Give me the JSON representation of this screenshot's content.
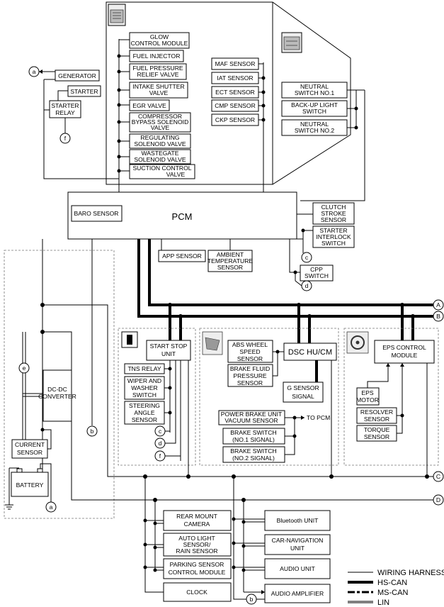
{
  "diagram": {
    "pcm": {
      "label": "PCM",
      "baro": "BARO SENSOR"
    },
    "engine_outputs": [
      [
        "GLOW",
        "CONTROL MODULE"
      ],
      [
        "FUEL INJECTOR"
      ],
      [
        "FUEL PRESSURE",
        "RELIEF VALVE"
      ],
      [
        "INTAKE SHUTTER",
        "VALVE"
      ],
      [
        "EGR VALVE"
      ],
      [
        "COMPRESSOR",
        "BYPASS SOLENOID",
        "VALVE"
      ],
      [
        "REGULATING",
        "SOLENOID VALVE"
      ],
      [
        "WASTEGATE",
        "SOLENOID VALVE"
      ],
      [
        "SUCTION CONTROL",
        "VALVE"
      ]
    ],
    "engine_sensors": [
      "MAF SENSOR",
      "IAT SENSOR",
      "ECT SENSOR",
      "CMP SENSOR",
      "CKP SENSOR"
    ],
    "switches": [
      [
        "NEUTRAL",
        "SWITCH NO.1"
      ],
      [
        "BACK-UP LIGHT",
        "SWITCH"
      ],
      [
        "NEUTRAL",
        "SWITCH NO.2"
      ]
    ],
    "generator": "GENERATOR",
    "starter": "STARTER",
    "starter_relay": [
      "STARTER",
      "RELAY"
    ],
    "clutch_sensor": [
      "CLUTCH",
      "STROKE",
      "SENSOR"
    ],
    "starter_interlock": [
      "STARTER",
      "INTERLOCK",
      "SWITCH"
    ],
    "cpp_switch": [
      "CPP",
      "SWITCH"
    ],
    "app_sensor": "APP SENSOR",
    "ambient_sensor": [
      "AMBIENT",
      "TEMPERATURE",
      "SENSOR"
    ],
    "connectors": {
      "a": "a",
      "b": "b",
      "c": "c",
      "d": "d",
      "e": "e",
      "f": "f"
    },
    "buses": {
      "A": "A",
      "B": "B",
      "C": "C",
      "D": "D"
    },
    "dcdc": [
      "DC-DC",
      "CONVERTER"
    ],
    "current_sensor": [
      "CURRENT",
      "SENSOR"
    ],
    "battery": "BATTERY",
    "start_stop": {
      "unit": [
        "START STOP",
        "UNIT"
      ],
      "inputs": [
        [
          "TNS RELAY"
        ],
        [
          "WIPER AND",
          "WASHER",
          "SWITCH"
        ],
        [
          "STEERING",
          "ANGLE",
          "SENSOR"
        ]
      ]
    },
    "dsc": {
      "unit": "DSC HU/CM",
      "abs": [
        "ABS WHEEL",
        "SPEED",
        "SENSOR"
      ],
      "brake_fluid": [
        "BRAKE FLUID",
        "PRESSURE",
        "SENSOR"
      ],
      "g_sensor": [
        "G SENSOR",
        "SIGNAL"
      ],
      "vacuum": [
        "POWER BRAKE UNIT",
        "VACUUM SENSOR"
      ],
      "to_pcm": "TO PCM",
      "brake1": [
        "BRAKE SWITCH",
        "(NO.1 SIGNAL)"
      ],
      "brake2": [
        "BRAKE SWITCH",
        "(NO.2 SIGNAL)"
      ]
    },
    "eps": {
      "unit": [
        "EPS CONTROL",
        "MODULE"
      ],
      "motor": [
        "EPS",
        "MOTOR"
      ],
      "resolver": [
        "RESOLVER",
        "SENSOR"
      ],
      "torque": [
        "TORQUE",
        "SENSOR"
      ]
    },
    "ms_can_left": [
      [
        "REAR MOUNT",
        "CAMERA"
      ],
      [
        "AUTO LIGHT",
        "SENSOR/",
        "RAIN SENSOR"
      ],
      [
        "PARKING SENSOR",
        "CONTROL MODULE"
      ],
      [
        "CLOCK"
      ]
    ],
    "ms_can_right": [
      [
        "Bluetooth UNIT"
      ],
      [
        "CAR-NAVIGATION",
        "UNIT"
      ],
      [
        "AUDIO UNIT"
      ],
      [
        "AUDIO AMPLIFIER"
      ]
    ],
    "legend": [
      "WIRING HARNESS",
      "HS-CAN",
      "MS-CAN",
      "LIN"
    ]
  }
}
